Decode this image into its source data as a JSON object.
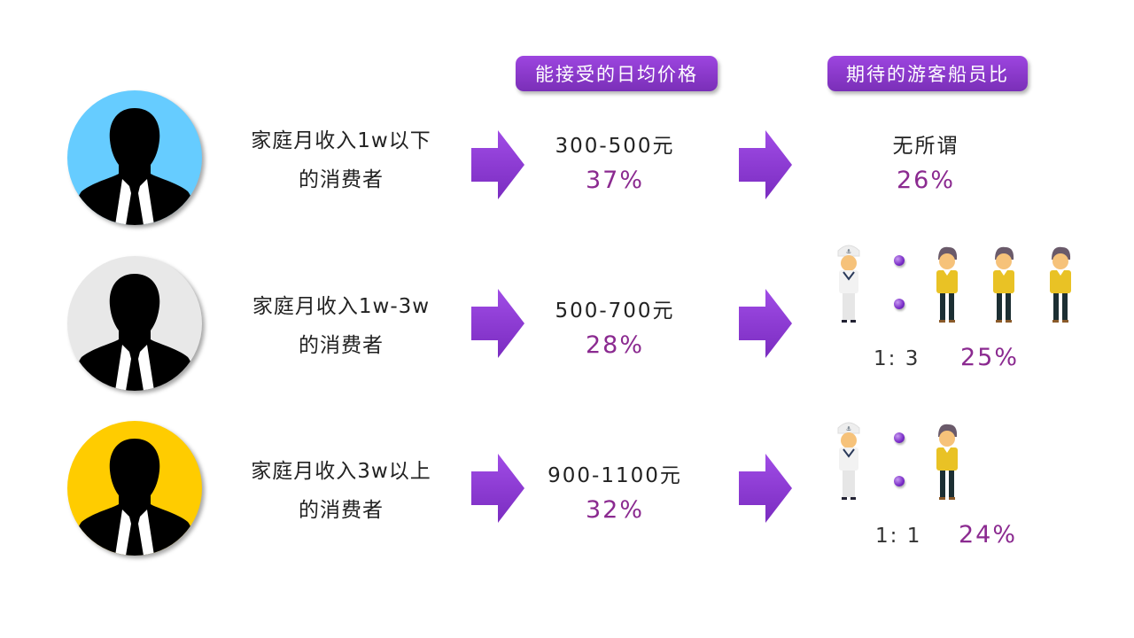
{
  "headers": {
    "price": "能接受的日均价格",
    "ratio": "期待的游客船员比"
  },
  "rows": [
    {
      "segment_line1": "家庭月收入1w以下",
      "segment_line2": "的消费者",
      "avatar_color": "#66ccff",
      "price": "300-500元",
      "price_pct": "37%",
      "ratio": "无所谓",
      "ratio_pct": "26%"
    },
    {
      "segment_line1": "家庭月收入1w-3w",
      "segment_line2": "的消费者",
      "avatar_color": "#e8e8e8",
      "price": "500-700元",
      "price_pct": "28%",
      "ratio": "1: 3",
      "ratio_pct": "25%"
    },
    {
      "segment_line1": "家庭月收入3w以上",
      "segment_line2": "的消费者",
      "avatar_color": "#ffcc00",
      "price": "900-1100元",
      "price_pct": "32%",
      "ratio": "1: 1",
      "ratio_pct": "24%"
    }
  ],
  "colors": {
    "accent": "#8a3cd0",
    "pct": "#8b2a90"
  }
}
